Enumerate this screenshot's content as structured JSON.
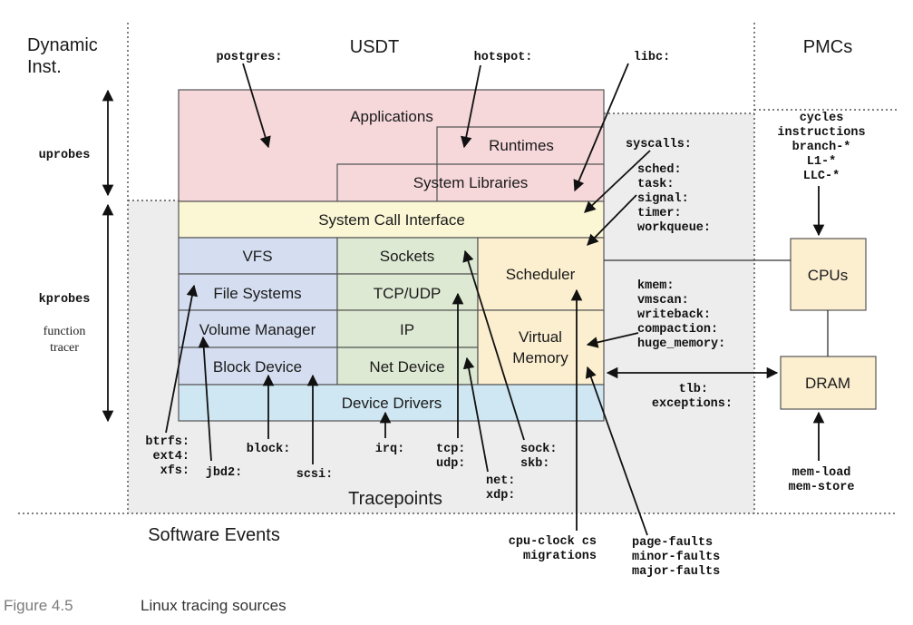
{
  "colors": {
    "applications": "#f6d7da",
    "syscall": "#fbf7d5",
    "vfs": "#d5def0",
    "network": "#dde9d3",
    "scheduler": "#fcefd0",
    "drivers": "#cfe7f3",
    "cpu": "#fcefd0",
    "tracepoints_bg": "#ededed"
  },
  "headings": {
    "dynamic": [
      "Dynamic",
      "Inst."
    ],
    "usdt": "USDT",
    "pmcs": "PMCs",
    "software_events": "Software Events",
    "tracepoints": "Tracepoints"
  },
  "left": {
    "uprobes": "uprobes",
    "kprobes": "kprobes",
    "function_tracer": [
      "function",
      "tracer"
    ]
  },
  "boxes": {
    "applications": "Applications",
    "runtimes": "Runtimes",
    "system_libraries": "System Libraries",
    "system_call_interface": "System Call Interface",
    "vfs": "VFS",
    "file_systems": "File Systems",
    "volume_manager": "Volume Manager",
    "block_device": "Block Device",
    "sockets": "Sockets",
    "tcp_udp": "TCP/UDP",
    "ip": "IP",
    "net_device": "Net Device",
    "scheduler": "Scheduler",
    "virtual_memory": [
      "Virtual",
      "Memory"
    ],
    "device_drivers": "Device Drivers",
    "cpus": "CPUs",
    "dram": "DRAM"
  },
  "probes": {
    "postgres": "postgres:",
    "hotspot": "hotspot:",
    "libc": "libc:",
    "syscalls": "syscalls:",
    "sched_group": [
      "sched:",
      "task:",
      "signal:",
      "timer:",
      "workqueue:"
    ],
    "mem_group": [
      "kmem:",
      "vmscan:",
      "writeback:",
      "compaction:",
      "huge_memory:"
    ],
    "tlb_group": [
      "tlb:",
      "exceptions:"
    ],
    "pmc_group": [
      "cycles",
      "instructions",
      "branch-*",
      "L1-*",
      "LLC-*"
    ],
    "mem_load_group": [
      "mem-load",
      "mem-store"
    ],
    "fs_group": [
      "btrfs:",
      "ext4:",
      "xfs:"
    ],
    "jbd2": "jbd2:",
    "block": "block:",
    "scsi": "scsi:",
    "irq": "irq:",
    "tcp_group": [
      "tcp:",
      "udp:"
    ],
    "net_group": [
      "net:",
      "xdp:"
    ],
    "sock_group": [
      "sock:",
      "skb:"
    ],
    "cpu_clock_group": [
      "cpu-clock cs",
      "migrations"
    ],
    "fault_group": [
      "page-faults",
      "minor-faults",
      "major-faults"
    ]
  },
  "caption": {
    "number": "Figure 4.5",
    "text": "Linux tracing sources"
  }
}
